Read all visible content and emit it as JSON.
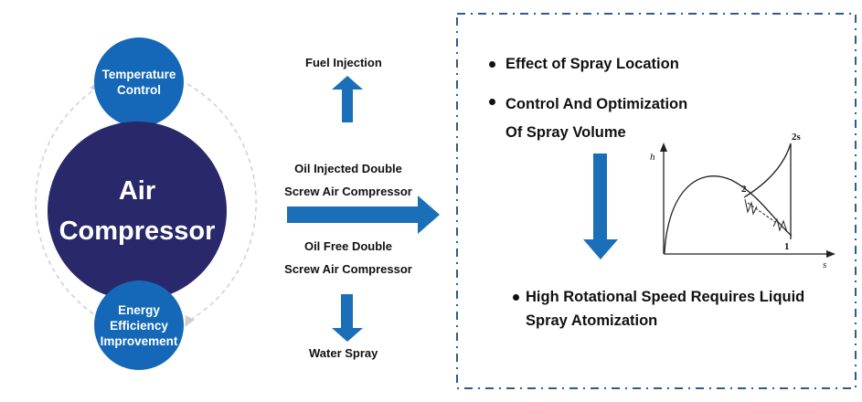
{
  "left_diagram": {
    "main_circle": {
      "line1": "Air",
      "line2": "Compressor"
    },
    "temperature_circle": {
      "line1": "Temperature",
      "line2": "Control"
    },
    "energy_circle": {
      "line1": "Energy",
      "line2": "Efficiency",
      "line3": "Improvement"
    }
  },
  "middle": {
    "fuel_injection": "Fuel Injection",
    "oil_injected_line1": "Oil Injected Double",
    "oil_injected_line2": "Screw Air Compressor",
    "oil_free_line1": "Oil Free Double",
    "oil_free_line2": "Screw Air Compressor",
    "water_spray": "Water Spray"
  },
  "panel": {
    "item1": "Effect of Spray Location",
    "item2_line1": "Control And Optimization",
    "item2_line2": "Of Spray Volume",
    "item3_line1": "High Rotational Speed Requires Liquid",
    "item3_line2": "Spray Atomization"
  },
  "graph": {
    "y_axis_label": "h",
    "x_axis_label": "s",
    "point_2": "2",
    "point_2s": "2s",
    "point_1": "1"
  },
  "colors": {
    "main_circle": "#28286a",
    "small_circle": "#1468b7",
    "arrow_blue": "#1a6fb8",
    "dashed_border": "#2c5d8c"
  }
}
